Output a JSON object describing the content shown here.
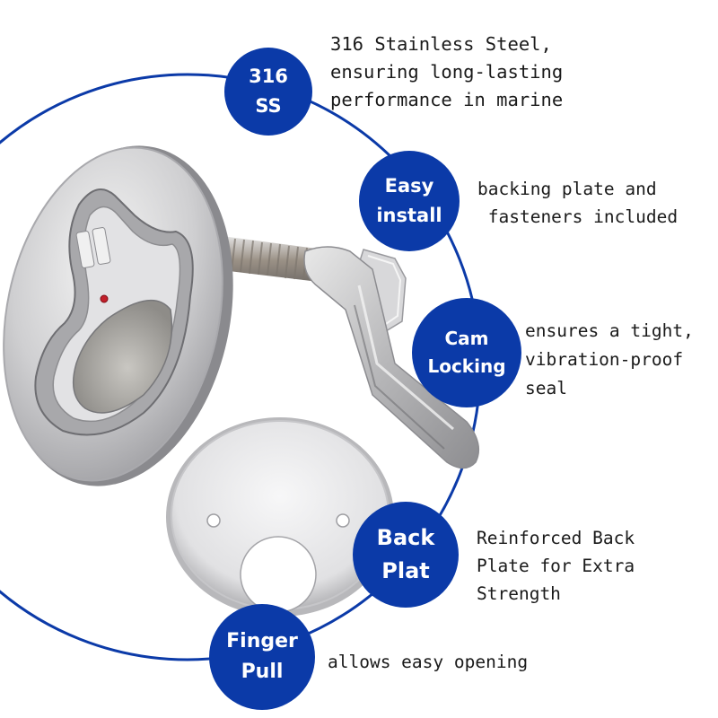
{
  "theme": {
    "accent": "#0b3aa8",
    "text": "#1a1a1a",
    "background": "#ffffff"
  },
  "product_parts": [
    {
      "name": "flush cam latch flange with finger pull recess",
      "icon": "latch-flange"
    },
    {
      "name": "threaded bolt with hex nut",
      "icon": "bolt"
    },
    {
      "name": "cam locking arm",
      "icon": "cam-arm"
    },
    {
      "name": "round backing plate with two screw holes",
      "icon": "backing-plate"
    }
  ],
  "features": [
    {
      "badge_lines": [
        "316",
        "SS"
      ],
      "description_lines": [
        "316  Stainless  Steel,",
        "ensuring long-lasting",
        "performance in marine"
      ]
    },
    {
      "badge_lines": [
        "Easy",
        "install"
      ],
      "description_lines": [
        "backing plate and",
        " fasteners included"
      ]
    },
    {
      "badge_lines": [
        "Cam",
        "Locking"
      ],
      "description_lines": [
        "ensures a tight,",
        "vibration-proof",
        "seal"
      ]
    },
    {
      "badge_lines": [
        "Back",
        "Plat"
      ],
      "description_lines": [
        "Reinforced Back",
        "Plate for Extra",
        "Strength"
      ]
    },
    {
      "badge_lines": [
        "Finger",
        "Pull"
      ],
      "description_lines": [
        "allows easy opening"
      ]
    }
  ]
}
